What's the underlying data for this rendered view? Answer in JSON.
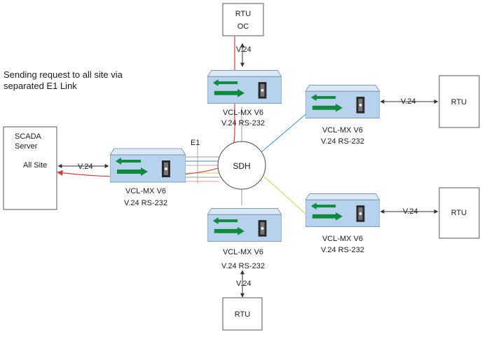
{
  "annotation": [
    "Sending request to all site via",
    "separated E1 Link"
  ],
  "scada": {
    "title_lines": [
      "SCADA",
      "Server"
    ],
    "port_label": "All Site"
  },
  "sdh": {
    "label": "SDH"
  },
  "rtu_top": {
    "lines": [
      "RTU",
      "OC"
    ]
  },
  "rtu_label": "RTU",
  "device_lines": [
    "VCL-MX V6",
    "V.24 RS-232"
  ],
  "v24_label": "V.24",
  "e1_label": "E1",
  "link_colors": {
    "request": "#d83b3b",
    "blue": "#3a8fd6",
    "yellow": "#cfd44a",
    "gray": "#9a9a9a",
    "pink": "#e59a9a",
    "device_top": "#dbe9f6",
    "device_body": "#b7d2ec",
    "arrow": "#0f8a3c"
  }
}
